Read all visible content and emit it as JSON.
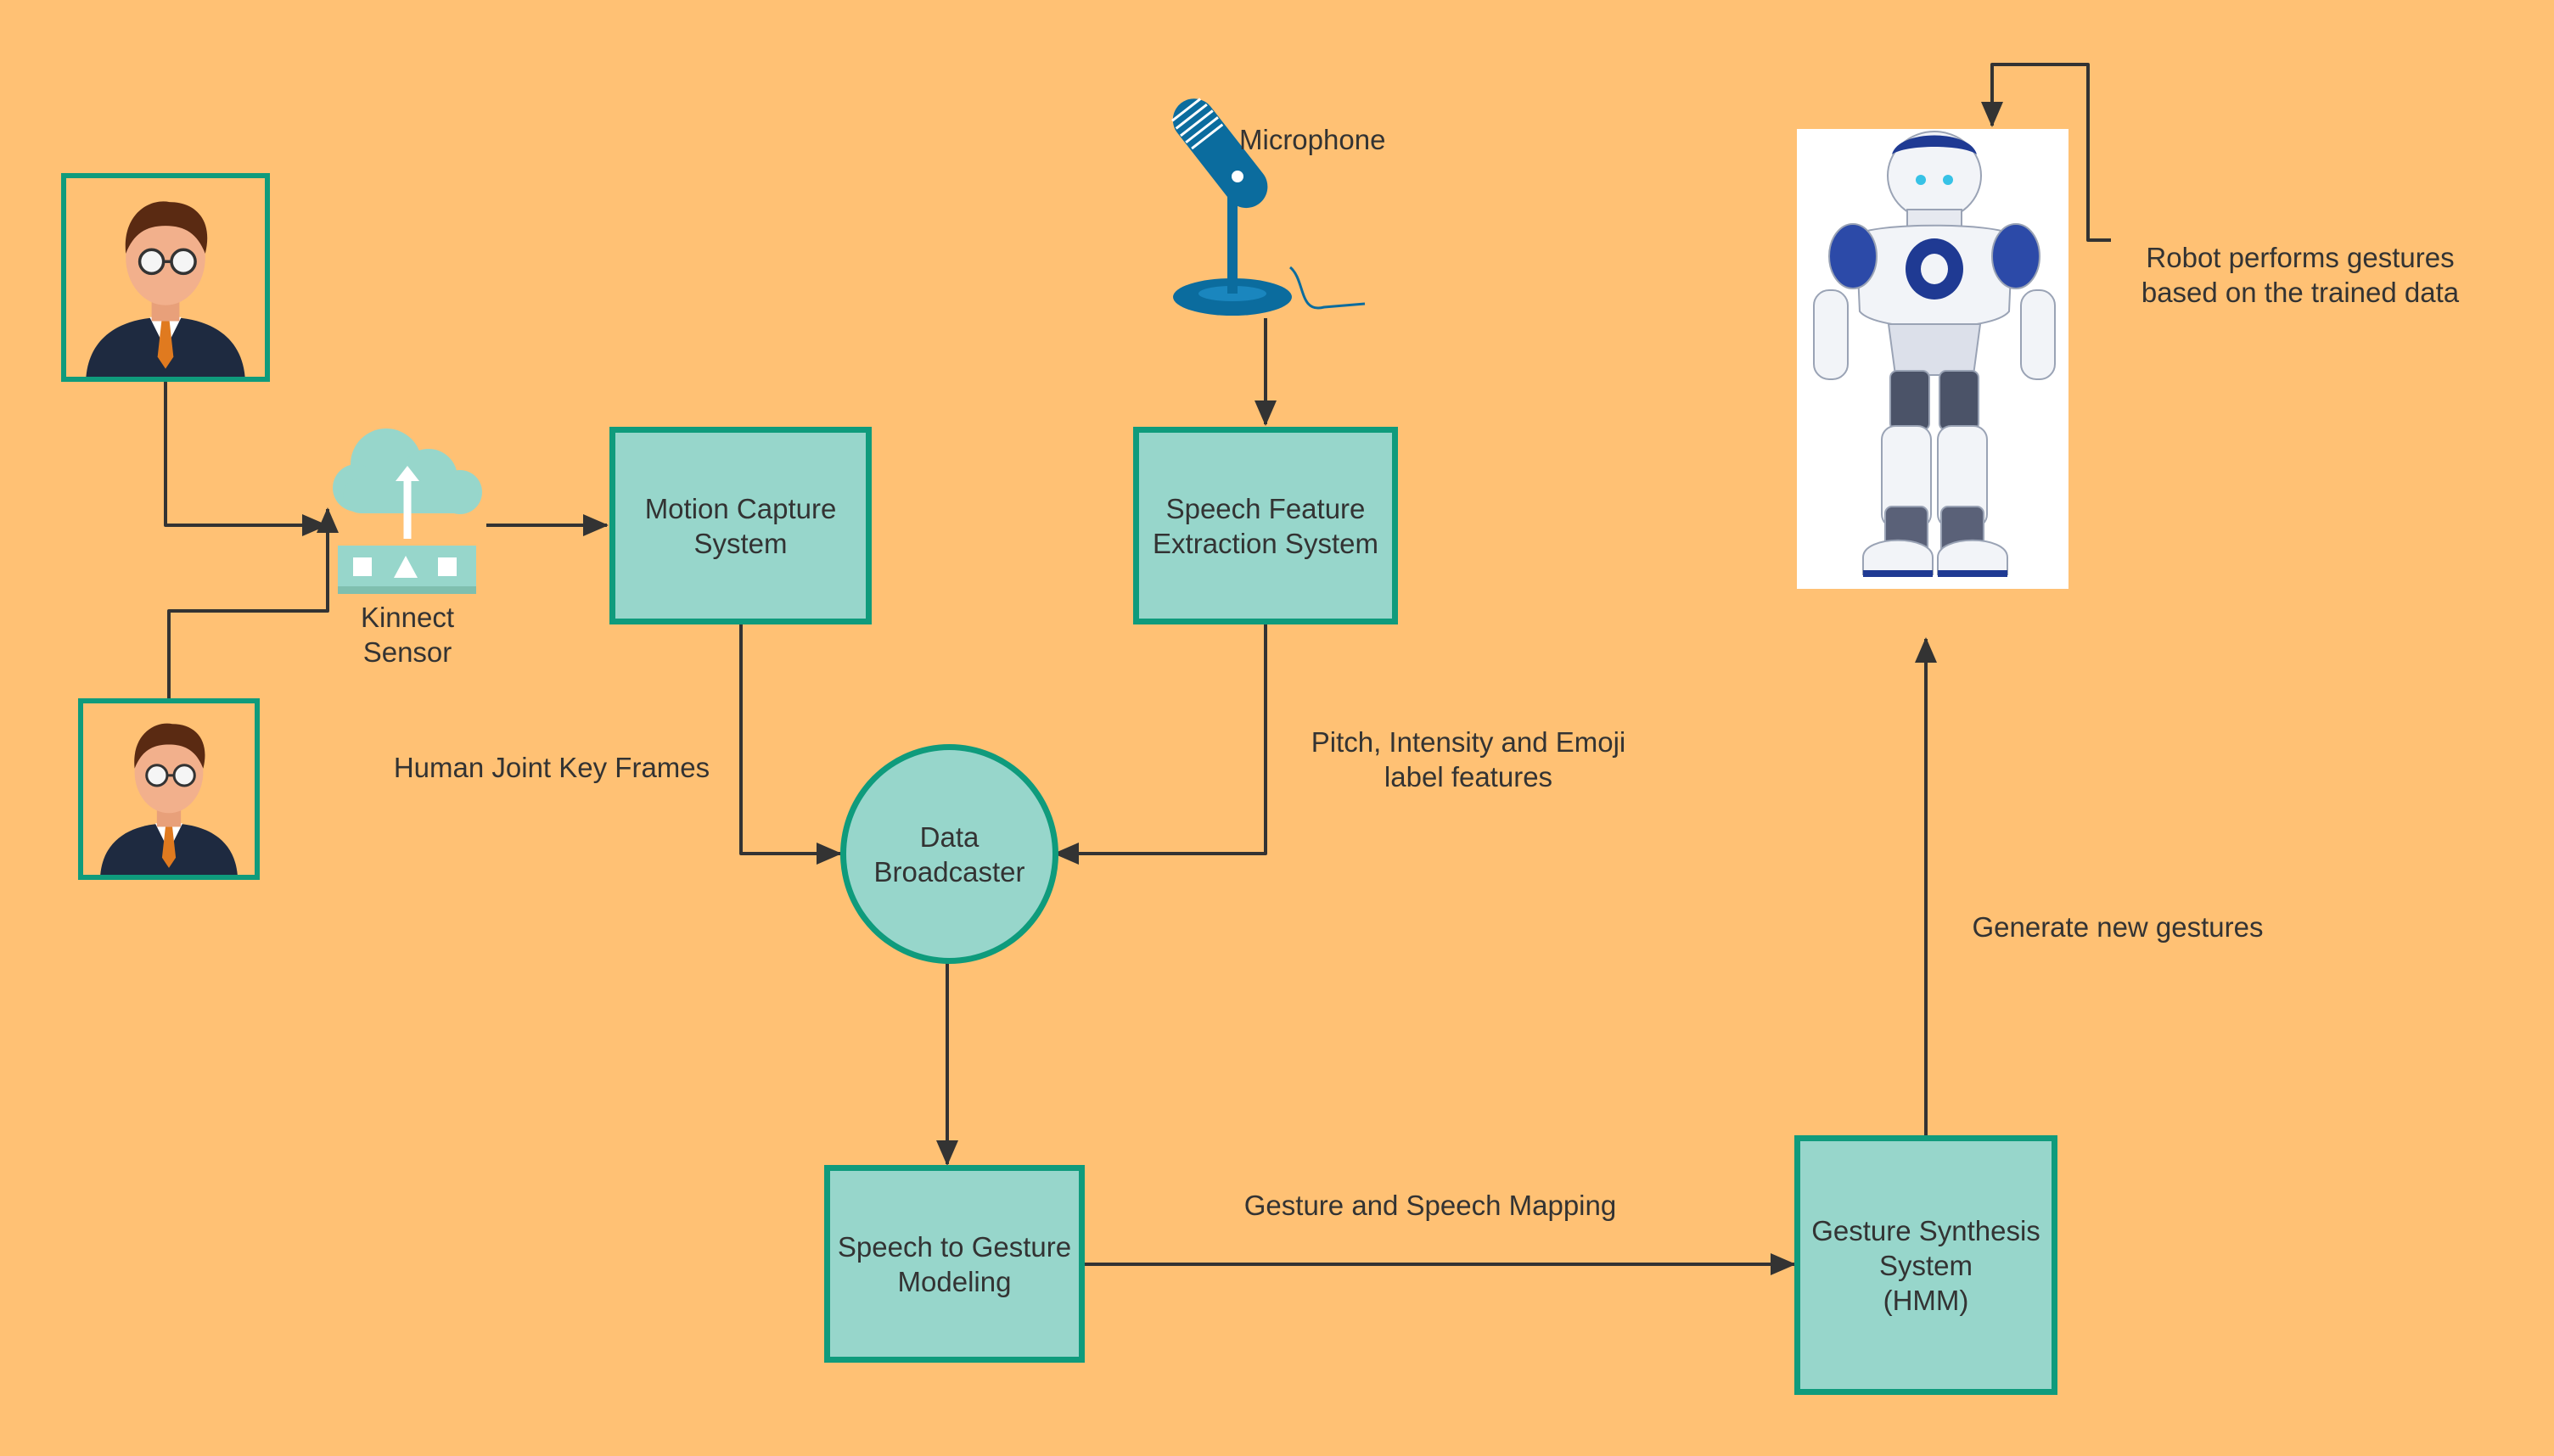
{
  "colors": {
    "background": "#FFC174",
    "node_fill": "#97D6CB",
    "node_border": "#0F9B7C",
    "connector": "#333333",
    "text": "#333333",
    "microphone": "#0B6C9E",
    "robot_accent": "#1F3A93"
  },
  "icons": {
    "person_top": "person-avatar-icon",
    "person_bottom": "person-avatar-icon",
    "kinect": "cloud-upload-sensor-icon",
    "microphone": "microphone-icon",
    "robot": "humanoid-robot-image"
  },
  "nodes": {
    "motion_capture": "Motion Capture\nSystem",
    "speech_feature": "Speech Feature\nExtraction System",
    "data_broadcaster": "Data\nBroadcaster",
    "speech_to_gesture": "Speech to Gesture\nModeling",
    "gesture_synthesis": "Gesture Synthesis\nSystem\n(HMM)"
  },
  "labels": {
    "kinect_sensor": "Kinnect\nSensor",
    "microphone": "Microphone",
    "human_joint": "Human Joint Key Frames",
    "pitch_features": "Pitch, Intensity and Emoji\nlabel features",
    "gesture_speech_mapping": "Gesture and Speech Mapping",
    "generate_gestures": "Generate new gestures",
    "robot_performs": "Robot performs gestures\nbased on the trained data"
  }
}
